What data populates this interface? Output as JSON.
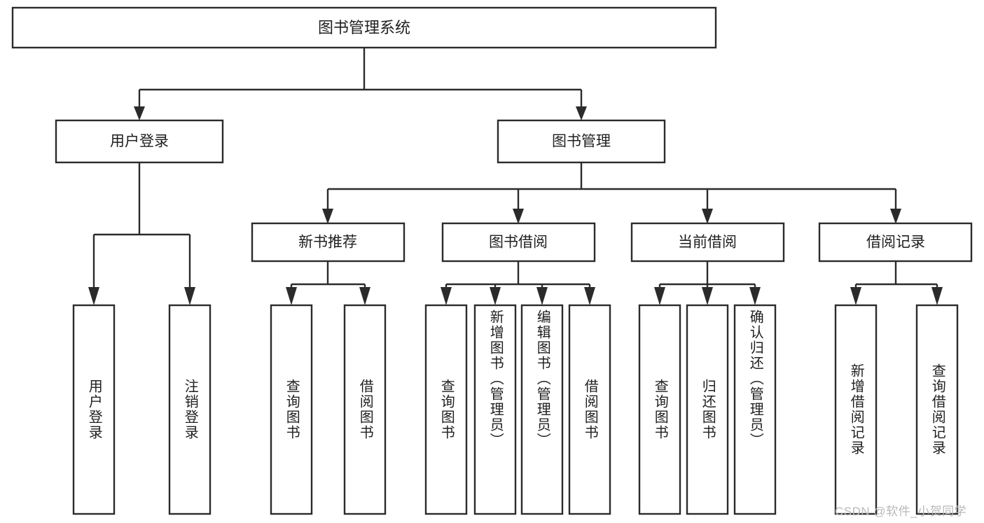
{
  "diagram": {
    "type": "tree-hierarchy",
    "title": "图书管理系统",
    "orientation": "top-down",
    "colors": {
      "stroke": "#2b2b2b",
      "fill": "#ffffff",
      "text": "#1f1f1f",
      "watermark": "#b9b9b9",
      "background": "#ffffff"
    },
    "root": {
      "label": "图书管理系统"
    },
    "level1": [
      {
        "id": "user-login",
        "label": "用户登录"
      },
      {
        "id": "book-management",
        "label": "图书管理"
      }
    ],
    "level2": [
      {
        "id": "new-book-recommend",
        "label": "新书推荐",
        "parent": "book-management"
      },
      {
        "id": "book-borrow",
        "label": "图书借阅",
        "parent": "book-management"
      },
      {
        "id": "current-borrow",
        "label": "当前借阅",
        "parent": "book-management"
      },
      {
        "id": "borrow-record",
        "label": "借阅记录",
        "parent": "book-management"
      }
    ],
    "leaves": {
      "user-login": [
        {
          "id": "leaf-user-login",
          "label": "用户登录"
        },
        {
          "id": "leaf-logout-login",
          "label": "注销登录"
        }
      ],
      "new-book-recommend": [
        {
          "id": "leaf-query-book-1",
          "label": "查询图书"
        },
        {
          "id": "leaf-borrow-book-1",
          "label": "借阅图书"
        }
      ],
      "book-borrow": [
        {
          "id": "leaf-query-book-2",
          "label": "查询图书"
        },
        {
          "id": "leaf-add-book",
          "label": "新增图书（管理员）"
        },
        {
          "id": "leaf-edit-book",
          "label": "编辑图书（管理员）"
        },
        {
          "id": "leaf-borrow-book-2",
          "label": "借阅图书"
        }
      ],
      "current-borrow": [
        {
          "id": "leaf-query-book-3",
          "label": "查询图书"
        },
        {
          "id": "leaf-return-book",
          "label": "归还图书"
        },
        {
          "id": "leaf-confirm-return",
          "label": "确认归还（管理员）"
        }
      ],
      "borrow-record": [
        {
          "id": "leaf-add-record",
          "label": "新增借阅记录"
        },
        {
          "id": "leaf-query-record",
          "label": "查询借阅记录"
        }
      ]
    }
  },
  "watermark": {
    "text": "CSDN @软件_小贺同学"
  }
}
